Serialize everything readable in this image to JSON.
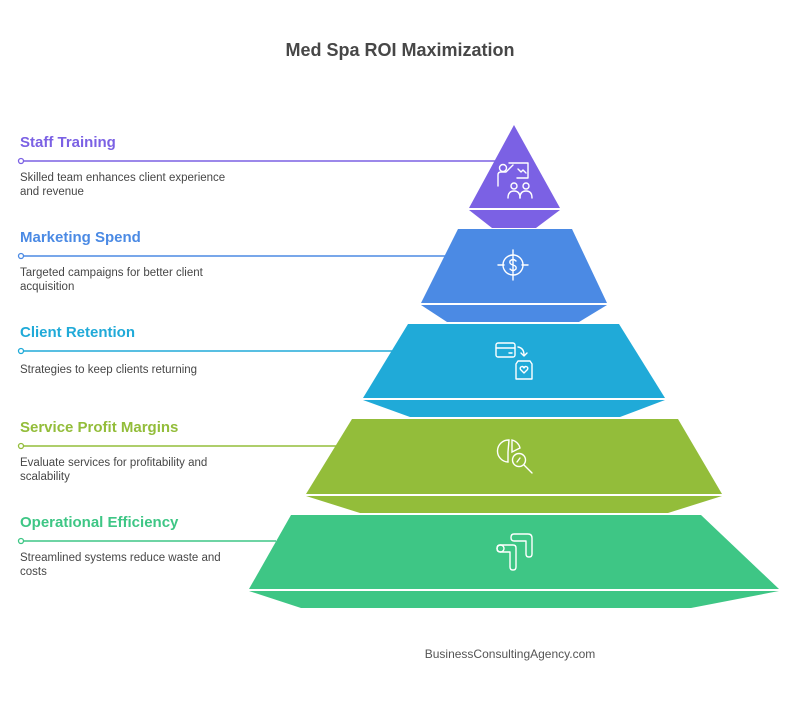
{
  "title": "Med Spa ROI Maximization",
  "footer": "BusinessConsultingAgency.com",
  "tiers": [
    {
      "heading": "Staff Training",
      "description": "Skilled team enhances client experience and revenue",
      "color": "#7b61e4",
      "icon": "presentation-team-icon"
    },
    {
      "heading": "Marketing Spend",
      "description": "Targeted campaigns for better client acquisition",
      "color": "#4b8ae4",
      "icon": "dollar-target-icon"
    },
    {
      "heading": "Client Retention",
      "description": "Strategies to keep clients returning",
      "color": "#20aad8",
      "icon": "card-to-bag-heart-icon"
    },
    {
      "heading": "Service Profit Margins",
      "description": "Evaluate services for profitability and scalability",
      "color": "#93bd3a",
      "icon": "pie-chart-search-icon"
    },
    {
      "heading": "Operational Efficiency",
      "description": "Streamlined systems reduce waste and costs",
      "color": "#3ec685",
      "icon": "pipes-flow-icon"
    }
  ]
}
